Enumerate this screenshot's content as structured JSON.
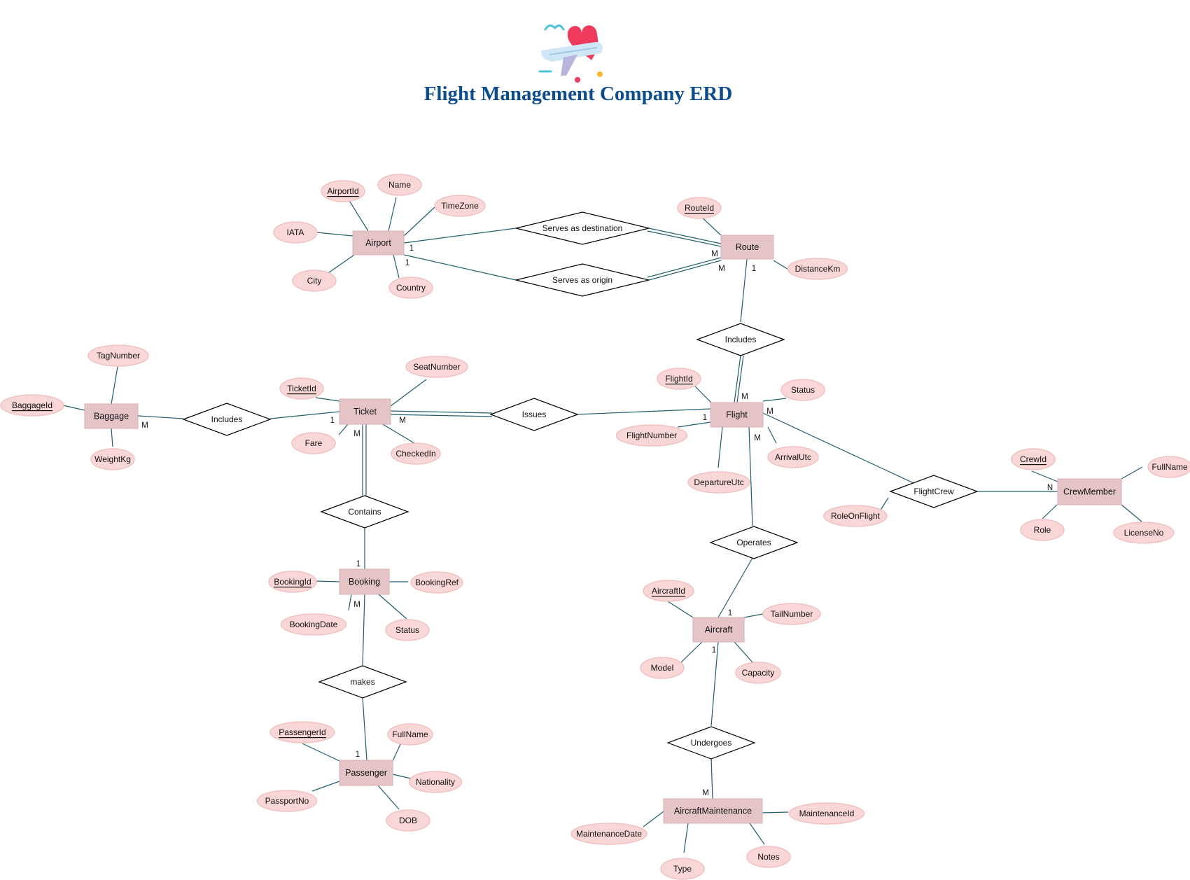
{
  "title": "Flight Management Company ERD",
  "colors": {
    "entity_fill": "#e4c4c6",
    "attribute_fill": "#f8d7d6",
    "line": "#1f5e6e",
    "title": "#0d4c8f"
  },
  "entities": [
    {
      "id": "airport",
      "label": "Airport"
    },
    {
      "id": "route",
      "label": "Route"
    },
    {
      "id": "flight",
      "label": "Flight"
    },
    {
      "id": "ticket",
      "label": "Ticket"
    },
    {
      "id": "baggage",
      "label": "Baggage"
    },
    {
      "id": "booking",
      "label": "Booking"
    },
    {
      "id": "passenger",
      "label": "Passenger"
    },
    {
      "id": "aircraft",
      "label": "Aircraft"
    },
    {
      "id": "aircraftmaintenance",
      "label": "AircraftMaintenance"
    },
    {
      "id": "crewmember",
      "label": "CrewMember"
    }
  ],
  "relationships": [
    {
      "id": "serves-dest",
      "label": "Serves as destination"
    },
    {
      "id": "serves-origin",
      "label": "Serves as origin"
    },
    {
      "id": "includes-route",
      "label": "Includes"
    },
    {
      "id": "issues",
      "label": "Issues"
    },
    {
      "id": "includes-bag",
      "label": "Includes"
    },
    {
      "id": "contains",
      "label": "Contains"
    },
    {
      "id": "makes",
      "label": "makes"
    },
    {
      "id": "operates",
      "label": "Operates"
    },
    {
      "id": "undergoes",
      "label": "Undergoes"
    },
    {
      "id": "flightcrew",
      "label": "FlightCrew"
    }
  ],
  "attributes": [
    {
      "id": "a1",
      "label": "AirportId",
      "key": true
    },
    {
      "id": "a2",
      "label": "Name",
      "key": false
    },
    {
      "id": "a3",
      "label": "TimeZone",
      "key": false
    },
    {
      "id": "a4",
      "label": "IATA",
      "key": false
    },
    {
      "id": "a5",
      "label": "City",
      "key": false
    },
    {
      "id": "a6",
      "label": "Country",
      "key": false
    },
    {
      "id": "r1",
      "label": "RouteId",
      "key": true
    },
    {
      "id": "r2",
      "label": "DistanceKm",
      "key": false
    },
    {
      "id": "f1",
      "label": "FlightId",
      "key": true
    },
    {
      "id": "f2",
      "label": "Status",
      "key": false
    },
    {
      "id": "f3",
      "label": "FlightNumber",
      "key": false
    },
    {
      "id": "f4",
      "label": "ArrivalUtc",
      "key": false
    },
    {
      "id": "f5",
      "label": "DepartureUtc",
      "key": false
    },
    {
      "id": "t1",
      "label": "TicketId",
      "key": true
    },
    {
      "id": "t2",
      "label": "SeatNumber",
      "key": false
    },
    {
      "id": "t3",
      "label": "Fare",
      "key": false
    },
    {
      "id": "t4",
      "label": "CheckedIn",
      "key": false
    },
    {
      "id": "bg1",
      "label": "TagNumber",
      "key": false
    },
    {
      "id": "bg2",
      "label": "BaggageId",
      "key": true
    },
    {
      "id": "bg3",
      "label": "WeightKg",
      "key": false
    },
    {
      "id": "bk1",
      "label": "BookingId",
      "key": true
    },
    {
      "id": "bk2",
      "label": "BookingRef",
      "key": false
    },
    {
      "id": "bk3",
      "label": "BookingDate",
      "key": false
    },
    {
      "id": "bk4",
      "label": "Status",
      "key": false
    },
    {
      "id": "p1",
      "label": "PassengerId",
      "key": true
    },
    {
      "id": "p2",
      "label": "FullName",
      "key": false
    },
    {
      "id": "p3",
      "label": "Nationality",
      "key": false
    },
    {
      "id": "p4",
      "label": "PassportNo",
      "key": false
    },
    {
      "id": "p5",
      "label": "DOB",
      "key": false
    },
    {
      "id": "ac1",
      "label": "AircraftId",
      "key": true
    },
    {
      "id": "ac2",
      "label": "TailNumber",
      "key": false
    },
    {
      "id": "ac3",
      "label": "Model",
      "key": false
    },
    {
      "id": "ac4",
      "label": "Capacity",
      "key": false
    },
    {
      "id": "m1",
      "label": "MaintenanceId",
      "key": false
    },
    {
      "id": "m2",
      "label": "MaintenanceDate",
      "key": false
    },
    {
      "id": "m3",
      "label": "Type",
      "key": false
    },
    {
      "id": "m4",
      "label": "Notes",
      "key": false
    },
    {
      "id": "c1",
      "label": "CrewId",
      "key": true
    },
    {
      "id": "c2",
      "label": "FullName",
      "key": false
    },
    {
      "id": "c3",
      "label": "Role",
      "key": false
    },
    {
      "id": "c4",
      "label": "LicenseNo",
      "key": false
    },
    {
      "id": "c5",
      "label": "RoleOnFlight",
      "key": false
    }
  ],
  "cardinalities": [
    {
      "id": "k1",
      "label": "1"
    },
    {
      "id": "k2",
      "label": "1"
    },
    {
      "id": "k3",
      "label": "M"
    },
    {
      "id": "k4",
      "label": "M"
    },
    {
      "id": "k5",
      "label": "1"
    },
    {
      "id": "k6",
      "label": "M"
    },
    {
      "id": "k7",
      "label": "1"
    },
    {
      "id": "k8",
      "label": "M"
    },
    {
      "id": "k9",
      "label": "M"
    },
    {
      "id": "k10",
      "label": "1"
    },
    {
      "id": "k11",
      "label": "M"
    },
    {
      "id": "k12",
      "label": "M"
    },
    {
      "id": "k13",
      "label": "1"
    },
    {
      "id": "k14",
      "label": "M"
    },
    {
      "id": "k15",
      "label": "1"
    },
    {
      "id": "k16",
      "label": "M"
    },
    {
      "id": "k17",
      "label": "1"
    },
    {
      "id": "k18",
      "label": "1"
    },
    {
      "id": "k19",
      "label": "M"
    },
    {
      "id": "k20",
      "label": "N"
    }
  ]
}
